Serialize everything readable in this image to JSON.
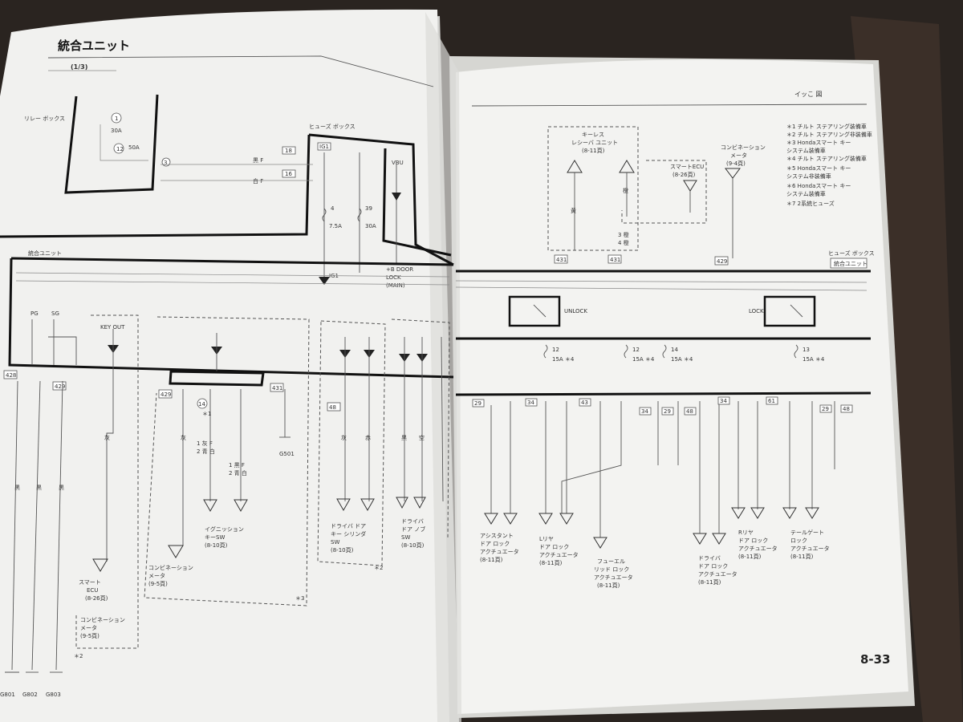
{
  "left_page": {
    "title": "統合ユニット",
    "subtitle": "(1/3)",
    "relay_box": "リレー ボックス",
    "fuse_box": "ヒューズ ボックス",
    "integrated_unit": "統合ユニット",
    "vbu": "VBU",
    "ig1_top": "IG1",
    "ig1_bottom": "IG1",
    "b_door": "+B DOOR LOCK (MAIN)",
    "fuse_4": "4",
    "fuse_4_rating": "7.5A",
    "fuse_39": "39",
    "fuse_39_rating": "30A",
    "key_out": "KEY OUT",
    "pg": "PG",
    "sg": "SG",
    "g501": "G501",
    "ground_labels": [
      "G801",
      "G802",
      "G803"
    ],
    "dest_smart_ecu": [
      "スマート",
      "ECU",
      "(8-26頁)"
    ],
    "dest_combi_meter_a": [
      "コンビネーション",
      "メータ",
      "(9-5頁)"
    ],
    "dest_combi_meter_b": [
      "コンビネーション",
      "メータ",
      "(9-5頁)"
    ],
    "dest_ignition_sw": [
      "イグニッション",
      "キーSW",
      "(8-10頁)"
    ],
    "dest_driver_key_sw": [
      "ドライバ ドア",
      "キー シリンダ",
      "SW",
      "(8-10頁)"
    ],
    "dest_driver_door_sw": [
      "ドライバ",
      "ドア ノブ",
      "SW",
      "(8-10頁)"
    ],
    "notes": [
      "＊2",
      "＊3",
      "＊2",
      "＊1"
    ]
  },
  "right_page": {
    "header_box": "イッこ 図",
    "keyless_unit": [
      "キーレス",
      "レシーバ ユニット",
      "(8-11頁)"
    ],
    "smart_ecu": [
      "スマートECU",
      "(8-26頁)"
    ],
    "combi_meter": [
      "コンビネーション",
      "メータ",
      "(9-4頁)"
    ],
    "fuse_box": "ヒューズ ボックス",
    "integrated_unit": "統合ユニット",
    "unlock": "UNLOCK",
    "lock": "LOCK",
    "fuses": [
      {
        "no": "12",
        "rating": "15A ＊4"
      },
      {
        "no": "12",
        "rating": "15A ＊4"
      },
      {
        "no": "14",
        "rating": "15A ＊4"
      },
      {
        "no": "13",
        "rating": "15A ＊4"
      }
    ],
    "legend": [
      "＊1 チルト ステアリング装備車",
      "＊2 チルト ステアリング非装備車",
      "＊3 Hondaスマート キー",
      "   システム装備車",
      "＊4 チルト ステアリング装備車",
      "＊5 Hondaスマート キー",
      "   システム非装備車",
      "＊6 Hondaスマート キー",
      "   システム装備車",
      "＊7 2系統ヒューズ"
    ],
    "dest_assistant": [
      "アシスタント",
      "ドア ロック",
      "アクチュエータ",
      "(8-11頁)"
    ],
    "dest_rear_r": [
      "Lリヤ",
      "ドア ロック",
      "アクチュエータ",
      "(8-11頁)"
    ],
    "dest_fuel_lid": [
      "フューエル",
      "リッド ロック",
      "アクチュエータ",
      "(8-11頁)"
    ],
    "dest_driver": [
      "ドライバ",
      "ドア ロック",
      "アクチュエータ",
      "(8-11頁)"
    ],
    "dest_rear_l": [
      "Rリヤ",
      "ドア ロック",
      "アクチュエータ",
      "(8-11頁)"
    ],
    "dest_tailgate": [
      "テールゲート",
      "ロック",
      "アクチュエータ",
      "(8-11頁)"
    ],
    "page_number": "8-33"
  }
}
